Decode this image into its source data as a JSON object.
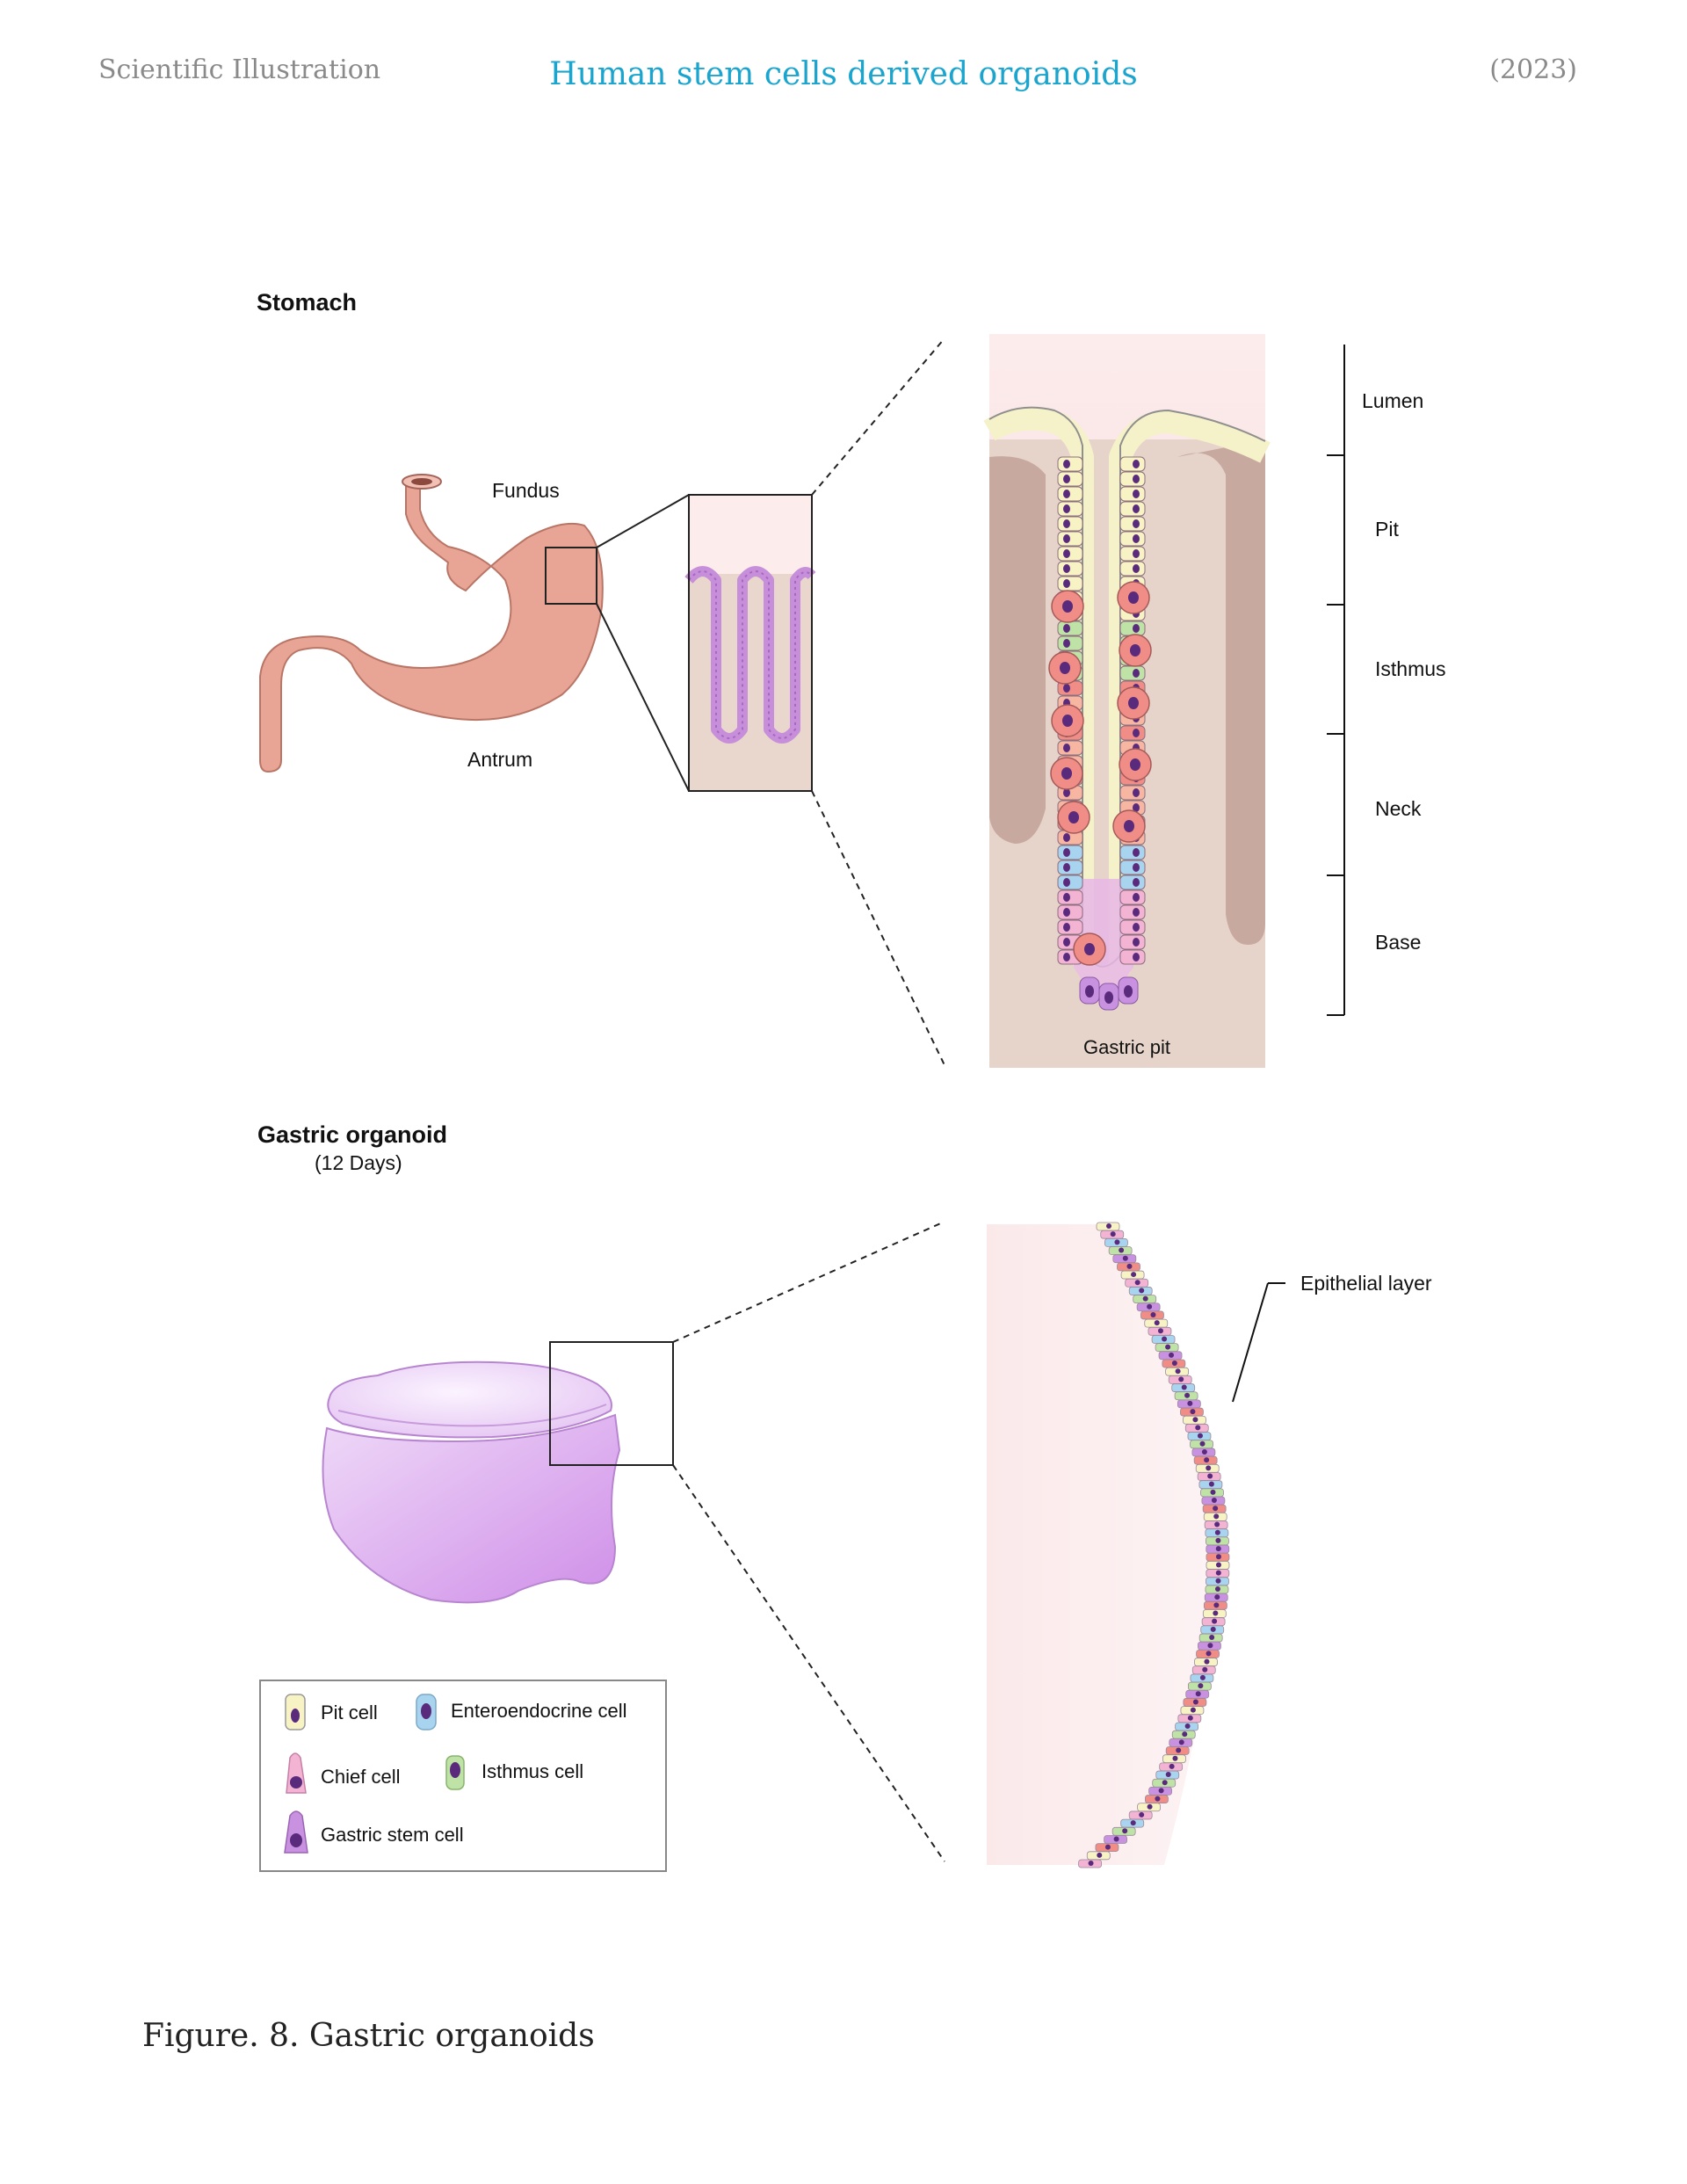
{
  "header": {
    "left": "Scientific  Illustration",
    "center": "Human stem cells derived organoids",
    "right": "(2023)"
  },
  "stomach_section": {
    "title": "Stomach",
    "labels": {
      "fundus": "Fundus",
      "antrum": "Antrum",
      "gastric_pit": "Gastric pit"
    },
    "zones": [
      "Lumen",
      "Pit",
      "Isthmus",
      "Neck",
      "Base"
    ]
  },
  "organoid_section": {
    "title": "Gastric organoid",
    "subtitle": "(12 Days)",
    "epithelial_label": "Epithelial layer"
  },
  "legend": {
    "items": [
      {
        "label": "Pit cell",
        "color": "#f7f3c4",
        "icon": "pit-cell-icon"
      },
      {
        "label": "Enteroendocrine cell",
        "color": "#a9d4ef",
        "icon": "enteroendocrine-cell-icon"
      },
      {
        "label": "Chief cell",
        "color": "#f3b3d3",
        "icon": "chief-cell-icon"
      },
      {
        "label": "Isthmus cell",
        "color": "#bfe3a6",
        "icon": "isthmus-cell-icon"
      },
      {
        "label": "Gastric stem cell",
        "color": "#c992e0",
        "icon": "gastric-stem-cell-icon"
      }
    ]
  },
  "colors": {
    "header_accent": "#1aa5cf",
    "stomach": "#e8a494",
    "organoid": "#d9a6ec",
    "parietal_cell": "#ef8d86",
    "nucleus": "#5a2a7c",
    "tissue": "#e6d3ca"
  },
  "caption": "Figure. 8. Gastric organoids"
}
